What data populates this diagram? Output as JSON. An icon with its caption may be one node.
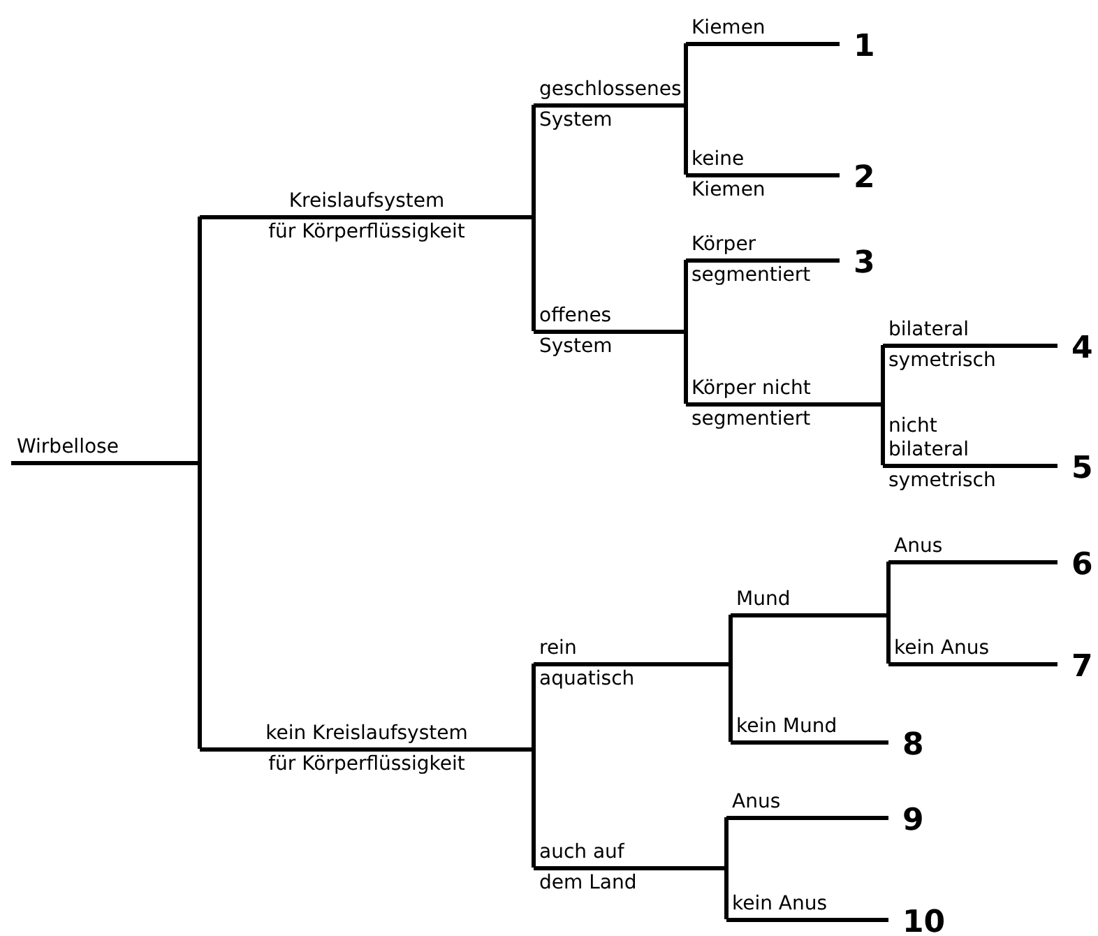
{
  "diagram": {
    "nodes": [
      {
        "text": [
          "Wirbellose"
        ]
      },
      {
        "text": [
          "Kreislaufsystem",
          "für Körperflüssigkeit"
        ]
      },
      {
        "text": [
          "geschlossenes",
          "System"
        ]
      },
      {
        "text": [
          "Kiemen"
        ],
        "beside": [
          "1"
        ]
      },
      {
        "text": [
          "keine",
          "Kiemen"
        ],
        "beside": [
          "2"
        ]
      },
      {
        "text": [
          "offenes",
          "System"
        ]
      },
      {
        "text": [
          "Körper",
          "segmentiert"
        ],
        "beside": [
          "3"
        ]
      },
      {
        "text": [
          "Körper nicht",
          "segmentiert"
        ]
      },
      {
        "text": [
          "bilateral",
          "symetrisch"
        ],
        "beside": [
          "4"
        ]
      },
      {
        "text": [
          "nicht bilateral",
          "symetrisch"
        ],
        "beside": [
          "5"
        ]
      },
      {
        "text": [
          "kein Kreislaufsystem",
          "für Körperflüssigkeit"
        ]
      },
      {
        "text": [
          "rein",
          "aquatisch"
        ]
      },
      {
        "text": [
          "Mund"
        ]
      },
      {
        "text": [
          "Anus"
        ],
        "beside": [
          "6"
        ]
      },
      {
        "text": [
          "kein Anus"
        ],
        "beside": [
          "7"
        ]
      },
      {
        "text": [
          "kein Mund"
        ],
        "beside": [
          "8"
        ]
      },
      {
        "text": [
          "auch auf",
          "dem Land"
        ]
      },
      {
        "text": [
          "Anus"
        ],
        "beside": [
          "9"
        ]
      },
      {
        "text": [
          "kein Anus"
        ],
        "beside": [
          "10"
        ]
      }
    ],
    "edges": [
      {
        "from": 0,
        "to": 1,
        "arrow": "none"
      },
      {
        "from": 0,
        "to": 10,
        "arrow": "none"
      },
      {
        "from": 1,
        "to": 2,
        "arrow": "none"
      },
      {
        "from": 1,
        "to": 5,
        "arrow": "none"
      },
      {
        "from": 2,
        "to": 3,
        "arrow": "none"
      },
      {
        "from": 2,
        "to": 4,
        "arrow": "none"
      },
      {
        "from": 5,
        "to": 6,
        "arrow": "none"
      },
      {
        "from": 5,
        "to": 7,
        "arrow": "none"
      },
      {
        "from": 7,
        "to": 8,
        "arrow": "none"
      },
      {
        "from": 7,
        "to": 9,
        "arrow": "none"
      },
      {
        "from": 10,
        "to": 11,
        "arrow": "none"
      },
      {
        "from": 10,
        "to": 16,
        "arrow": "none"
      },
      {
        "from": 11,
        "to": 12,
        "arrow": "none"
      },
      {
        "from": 11,
        "to": 15,
        "arrow": "none"
      },
      {
        "from": 12,
        "to": 13,
        "arrow": "none"
      },
      {
        "from": 12,
        "to": 14,
        "arrow": "none"
      },
      {
        "from": 16,
        "to": 17,
        "arrow": "none"
      },
      {
        "from": 16,
        "to": 18,
        "arrow": "none"
      }
    ]
  }
}
